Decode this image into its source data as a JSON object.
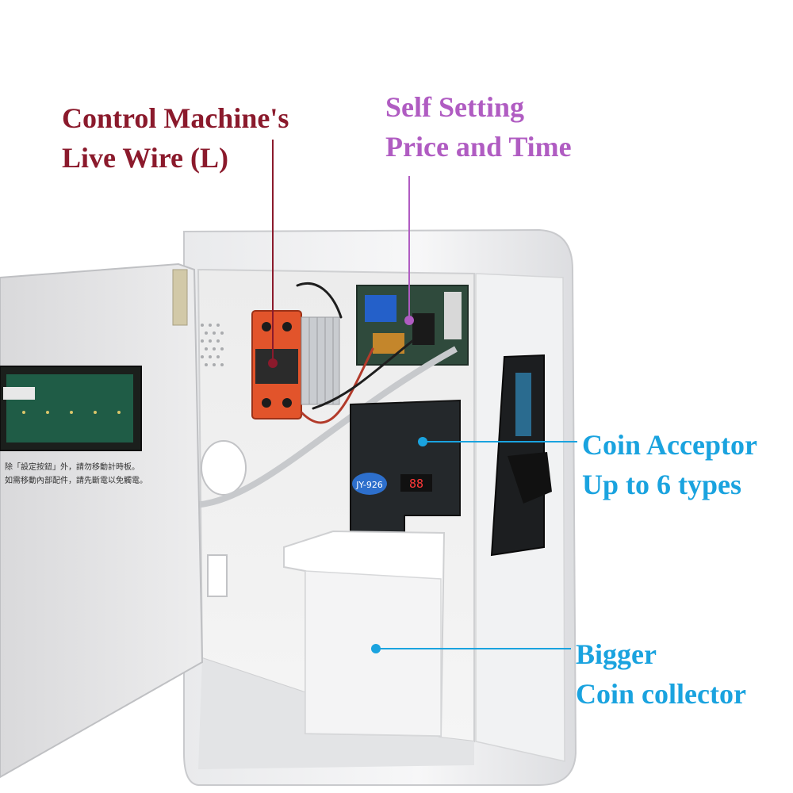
{
  "labels": {
    "control_wire": {
      "line1": "Control Machine's",
      "line2": "Live Wire (L)",
      "color": "#8b1a2c"
    },
    "self_setting": {
      "line1": "Self Setting",
      "line2": "Price and Time",
      "color": "#b05cc2"
    },
    "coin_acceptor": {
      "line1": "Coin Acceptor",
      "line2": "Up to 6 types",
      "color": "#1aa3df"
    },
    "coin_collector": {
      "line1": "Bigger",
      "line2": "Coin collector",
      "color": "#1aa3df"
    }
  },
  "device": {
    "model_badge": "JY-926",
    "display_readout": "88",
    "door_notice_line1": "除「設定按鈕」外，請勿移動計時板。",
    "door_notice_line2": "如需移動內部配件，請先斷電以免觸電。"
  }
}
